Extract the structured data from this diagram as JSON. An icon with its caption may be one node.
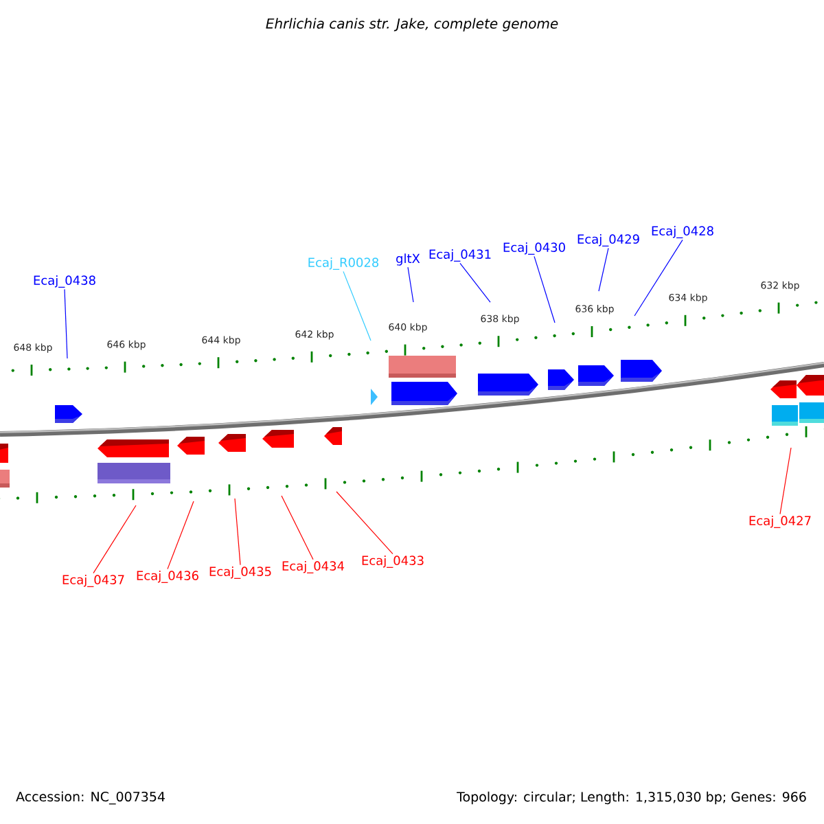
{
  "diagram": {
    "title": "Ehrlichia canis str. Jake, complete genome",
    "nodes": [
      {
        "text": [
          "Ecaj_0438"
        ]
      },
      {
        "text": [
          "Ecaj_R0028"
        ]
      },
      {
        "text": [
          "gltX"
        ]
      },
      {
        "text": [
          "Ecaj_0431"
        ]
      },
      {
        "text": [
          "Ecaj_0430"
        ]
      },
      {
        "text": [
          "Ecaj_0429"
        ]
      },
      {
        "text": [
          "Ecaj_0428"
        ]
      },
      {
        "text": [
          "Ecaj_0427"
        ]
      },
      {
        "text": [
          "Ecaj_0437"
        ]
      },
      {
        "text": [
          "Ecaj_0436"
        ]
      },
      {
        "text": [
          "Ecaj_0435"
        ]
      },
      {
        "text": [
          "Ecaj_0434"
        ]
      },
      {
        "text": [
          "Ecaj_0433"
        ]
      }
    ],
    "edges": [
      {
        "from": 0,
        "to": null,
        "arrow": "none"
      },
      {
        "from": 1,
        "to": null,
        "arrow": "none",
        "color": "#33ccff"
      },
      {
        "from": 2,
        "to": null,
        "arrow": "none"
      },
      {
        "from": 3,
        "to": null,
        "arrow": "none"
      },
      {
        "from": 4,
        "to": null,
        "arrow": "none"
      },
      {
        "from": 5,
        "to": null,
        "arrow": "none"
      },
      {
        "from": 6,
        "to": null,
        "arrow": "none"
      },
      {
        "from": 7,
        "to": null,
        "arrow": "none",
        "color": "#ff0000"
      },
      {
        "from": 8,
        "to": null,
        "arrow": "none",
        "color": "#ff0000"
      },
      {
        "from": 9,
        "to": null,
        "arrow": "none",
        "color": "#ff0000"
      },
      {
        "from": 10,
        "to": null,
        "arrow": "none",
        "color": "#ff0000"
      },
      {
        "from": 11,
        "to": null,
        "arrow": "none",
        "color": "#ff0000"
      },
      {
        "from": 12,
        "to": null,
        "arrow": "none",
        "color": "#ff0000"
      }
    ],
    "labels": [
      "648 kbp",
      "646 kbp",
      "644 kbp",
      "642 kbp",
      "640 kbp",
      "638 kbp",
      "636 kbp",
      "634 kbp",
      "632 kbp",
      "Accession: NC_007354",
      "Topology: circular; Length: 1,315,030 bp; Genes: 966"
    ]
  }
}
